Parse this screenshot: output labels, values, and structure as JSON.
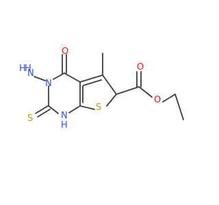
{
  "structure": {
    "atoms": {
      "n_amino": "N",
      "h_amino": "H",
      "h2_amino": "H",
      "n3": "N",
      "o_ketone": "O",
      "s_thione": "S",
      "n1": "N",
      "h_n1": "H",
      "s_ring": "S",
      "o_carbonyl": "O",
      "o_ester": "O"
    },
    "colors": {
      "bond": "#3a3a3a",
      "nitrogen": "#3050F8",
      "oxygen": "#FF0D0D",
      "sulfur": "#B8A000",
      "carbon": "#3a3a3a"
    }
  }
}
